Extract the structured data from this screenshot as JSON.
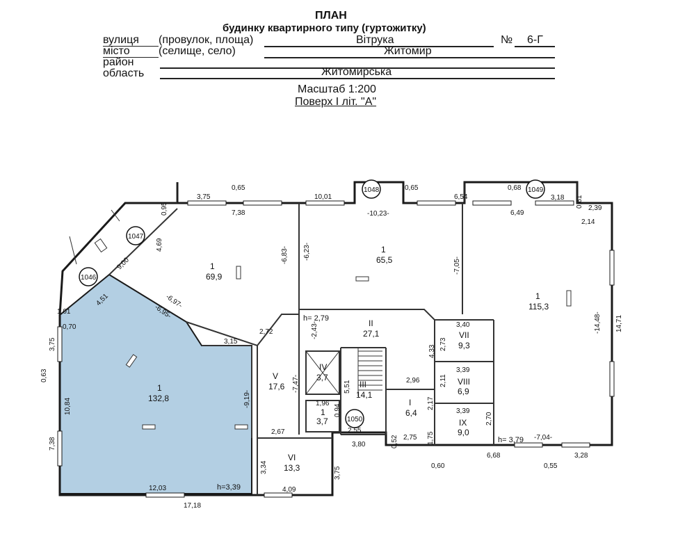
{
  "header": {
    "title": "ПЛАН",
    "subtitle": "будинку квартирного типу (гуртожитку)",
    "street_label": "вулиця",
    "street_hint": "(провулок, площа)",
    "street_value": "Вітрука",
    "number_label": "№",
    "number_value": "6-Г",
    "city_label": "місто",
    "city_hint": "(селище, село)",
    "city_value": "Житомир",
    "district_label": "район",
    "region_label": "область",
    "region_value": "Житомирська",
    "scale": "Масштаб 1:200",
    "floor": "Поверх І літ. \"А\""
  },
  "colors": {
    "highlight_fill": "#b3cfe3",
    "wall": "#1a1a1a",
    "wall_thin": "#333333"
  },
  "markers": [
    "1046",
    "1047",
    "1048",
    "1049",
    "1050"
  ],
  "rooms": [
    {
      "id": "1",
      "area": "132,8"
    },
    {
      "id": "1",
      "area": "69,9"
    },
    {
      "id": "1",
      "area": "65,5"
    },
    {
      "id": "1",
      "area": "115,3"
    },
    {
      "id": "II",
      "area": "27,1"
    },
    {
      "id": "III",
      "area": "14,1"
    },
    {
      "id": "IV",
      "area": "3,7"
    },
    {
      "id": "1",
      "area": "3,7"
    },
    {
      "id": "I",
      "area": "6,4"
    },
    {
      "id": "V",
      "area": "17,6"
    },
    {
      "id": "VI",
      "area": "13,3"
    },
    {
      "id": "VII",
      "area": "9,3"
    },
    {
      "id": "VIII",
      "area": "6,9"
    },
    {
      "id": "IX",
      "area": "9,0"
    }
  ],
  "heights": [
    "h= 2,79",
    "h=3,39",
    "h= 3,79"
  ],
  "dims": [
    "3,75",
    "0,65",
    "7,38",
    "0,95",
    "4,69",
    "9,00",
    "4,51",
    "1,01",
    "0,70",
    "-6,95-",
    "-6,97-",
    "-6,83-",
    "-6,23-",
    "10,01",
    "-10,23-",
    "0,65",
    "6,54",
    "0,68",
    "3,18",
    "0,61",
    "2,39",
    "6,49",
    "2,14",
    "-7,05-",
    "-14,48-",
    "14,71",
    "2,72",
    "3,15",
    "-2,43-",
    "-7,47-",
    "-9,19-",
    "3,75",
    "0,63",
    "10,84",
    "7,38",
    "12,03",
    "17,18",
    "3,40",
    "2,73",
    "4,33",
    "3,39",
    "2,11",
    "2,96",
    "5,51",
    "1,96",
    "0,94",
    "2,55",
    "2,17",
    "3,39",
    "2,70",
    "3,80",
    "2,75",
    "0,52",
    "1,75",
    "2,67",
    "3,34",
    "4,09",
    "3,75",
    "0,60",
    "6,68",
    "0,55",
    "3,28",
    "-7,04-"
  ]
}
